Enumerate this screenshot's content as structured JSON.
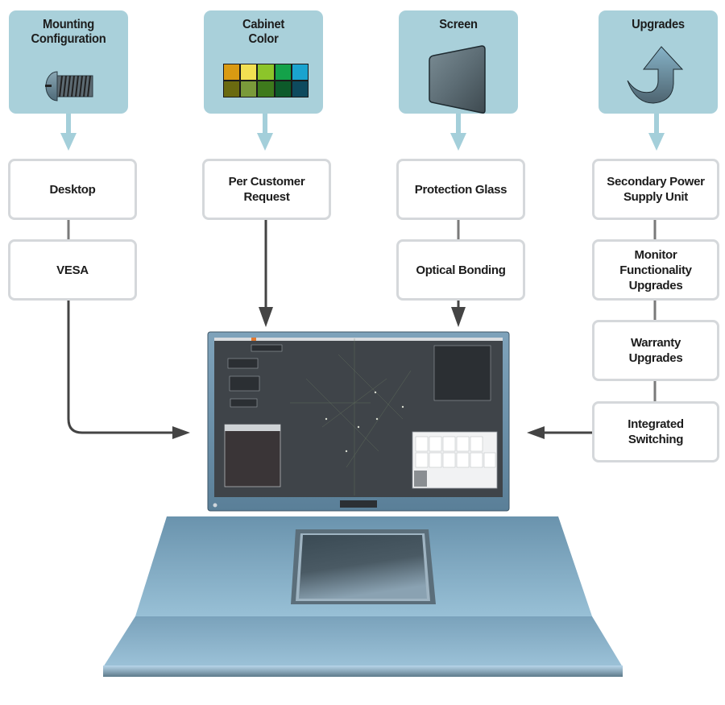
{
  "categories": [
    {
      "id": "mounting",
      "title": "Mounting\nConfiguration",
      "icon": "screw-icon",
      "options": [
        "Desktop",
        "VESA"
      ]
    },
    {
      "id": "cabinet",
      "title": "Cabinet\nColor",
      "icon": "color-swatch-icon",
      "options": [
        "Per Customer\nRequest"
      ]
    },
    {
      "id": "screen",
      "title": "Screen",
      "icon": "screen-panel-icon",
      "options": [
        "Protection Glass",
        "Optical Bonding"
      ]
    },
    {
      "id": "upgrades",
      "title": "Upgrades",
      "icon": "upgrade-arrow-icon",
      "options": [
        "Secondary Power\nSupply Unit",
        "Monitor\nFunctionality\nUpgrades",
        "Warranty\nUpgrades",
        "Integrated\nSwitching"
      ]
    }
  ],
  "swatch_colors": {
    "top": [
      "#d99a12",
      "#f2e052",
      "#8cc52a",
      "#14a24a",
      "#1aa3cf"
    ],
    "bottom": [
      "#6a6a10",
      "#7a9a3a",
      "#3e7a1c",
      "#0d5a2a",
      "#0e4a5e"
    ]
  },
  "colors": {
    "category_bg": "#a9d0da",
    "arrow_light": "#a4cfda",
    "connector": "#555555",
    "box_border": "#d5d8db",
    "console": "#8fb4cc"
  }
}
